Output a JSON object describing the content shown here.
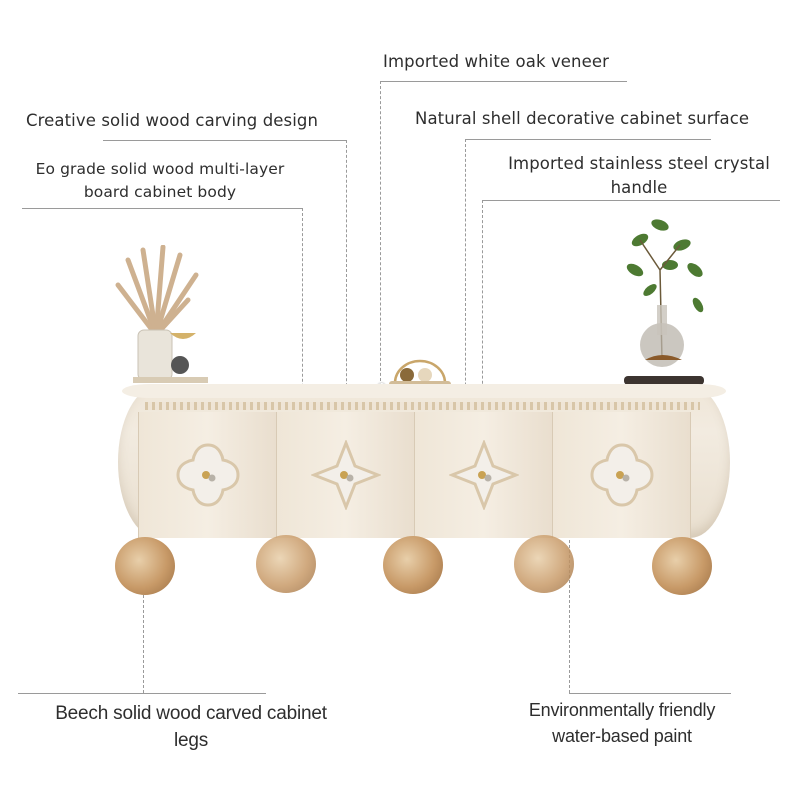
{
  "callouts": {
    "white_oak": {
      "label": "Imported white oak veneer"
    },
    "carving": {
      "label": "Creative solid wood carving design"
    },
    "shell": {
      "label": "Natural shell decorative cabinet surface"
    },
    "board_line1": {
      "label": "Eo grade solid wood multi-layer"
    },
    "board_line2": {
      "label": "board cabinet body"
    },
    "handle_line1": {
      "label": "Imported stainless steel crystal"
    },
    "handle_line2": {
      "label": "handle"
    },
    "legs_line1": {
      "label": "Beech solid wood carved cabinet"
    },
    "legs_line2": {
      "label": "legs"
    },
    "paint_line1": {
      "label": "Environmentally friendly"
    },
    "paint_line2": {
      "label": "water-based paint"
    }
  },
  "product": {
    "name": "cream sideboard cabinet",
    "doors": 4,
    "legs": 5,
    "colors": {
      "body": "#efe6d8",
      "wood": "#c89a68",
      "shell": "#f3efe9",
      "gold": "#c9a253"
    }
  }
}
